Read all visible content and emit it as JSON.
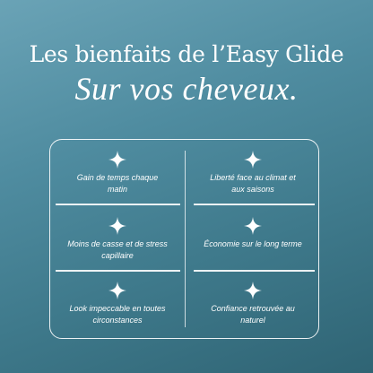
{
  "header": {
    "title": "Les bienfaits de l’Easy Glide",
    "subtitle": "Sur vos cheveux."
  },
  "benefits": [
    {
      "text": "Gain de temps chaque matin",
      "icon": "sparkle-icon"
    },
    {
      "text": "Liberté face au climat et aux saisons",
      "icon": "sparkle-icon"
    },
    {
      "text": "Moins de casse et de stress capillaire",
      "icon": "sparkle-icon"
    },
    {
      "text": "Économie sur le long terme",
      "icon": "sparkle-icon"
    },
    {
      "text": "Look impeccable en toutes circonstances",
      "icon": "sparkle-icon"
    },
    {
      "text": "Confiance retrouvée au naturel",
      "icon": "sparkle-icon"
    }
  ],
  "colors": {
    "background_top": "#6aa3b6",
    "background_bottom": "#2f6474",
    "foreground": "#ffffff"
  }
}
